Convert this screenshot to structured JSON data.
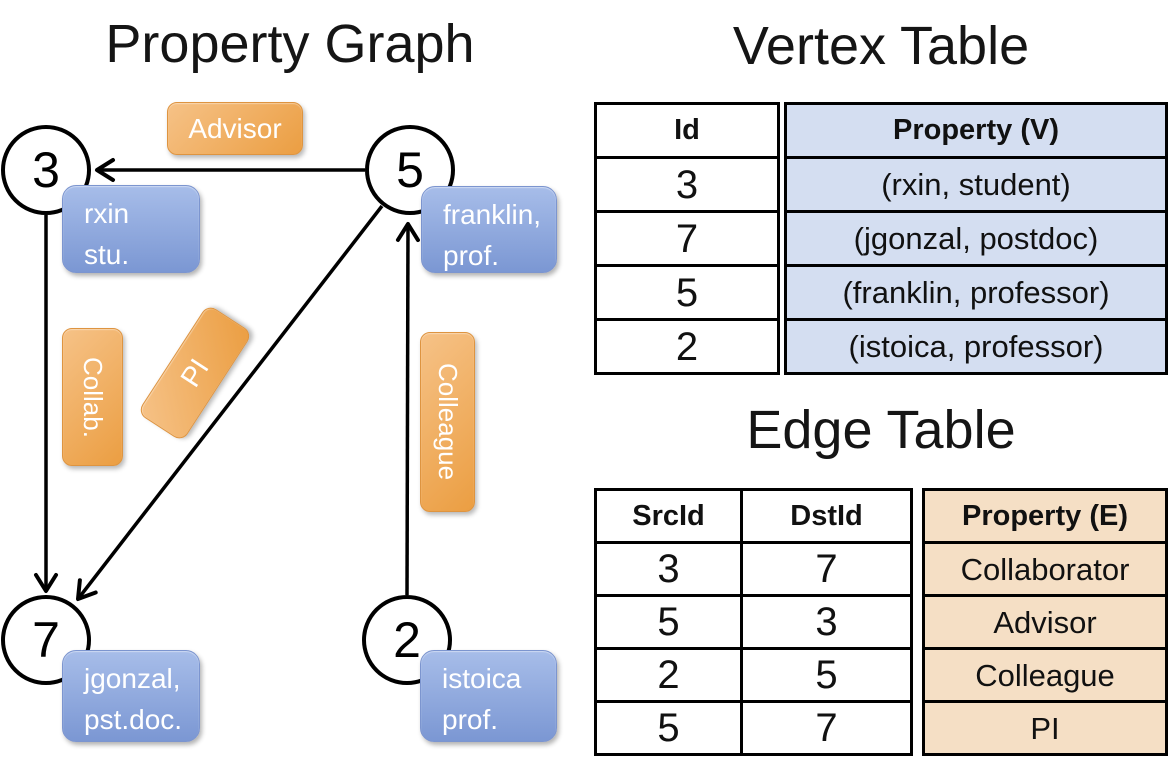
{
  "graph": {
    "title": "Property Graph",
    "nodes": [
      {
        "id": "3"
      },
      {
        "id": "5"
      },
      {
        "id": "7"
      },
      {
        "id": "2"
      }
    ],
    "node_properties": [
      {
        "node": "3",
        "lines": [
          "rxin",
          "stu."
        ]
      },
      {
        "node": "5",
        "lines": [
          "franklin,",
          "prof."
        ]
      },
      {
        "node": "7",
        "lines": [
          "jgonzal,",
          "pst.doc."
        ]
      },
      {
        "node": "2",
        "lines": [
          "istoica",
          "prof."
        ]
      }
    ],
    "edges": [
      {
        "src": "5",
        "dst": "3",
        "label": "Advisor"
      },
      {
        "src": "3",
        "dst": "7",
        "label": "Collab."
      },
      {
        "src": "5",
        "dst": "7",
        "label": "PI"
      },
      {
        "src": "2",
        "dst": "5",
        "label": "Colleague"
      }
    ]
  },
  "vertex_table": {
    "title": "Vertex Table",
    "columns": [
      "Id",
      "Property (V)"
    ],
    "rows": [
      [
        "3",
        "(rxin, student)"
      ],
      [
        "7",
        "(jgonzal, postdoc)"
      ],
      [
        "5",
        "(franklin, professor)"
      ],
      [
        "2",
        "(istoica, professor)"
      ]
    ]
  },
  "edge_table": {
    "title": "Edge Table",
    "columns": [
      "SrcId",
      "DstId",
      "Property (E)"
    ],
    "rows": [
      [
        "3",
        "7",
        "Collaborator"
      ],
      [
        "5",
        "3",
        "Advisor"
      ],
      [
        "2",
        "5",
        "Colleague"
      ],
      [
        "5",
        "7",
        "PI"
      ]
    ]
  },
  "colors": {
    "edge_label_fill_top": "#f6c287",
    "edge_label_fill_bottom": "#eb9e42",
    "edge_label_border": "#de9440",
    "node_property_fill_top": "#a7bde9",
    "node_property_fill_bottom": "#7b97d3",
    "node_property_border": "#7c95cf",
    "vertex_property_column_fill": "#d4def1",
    "edge_property_column_fill": "#f5dfc5",
    "stroke_black": "#000000",
    "text_white": "#ffffff"
  }
}
